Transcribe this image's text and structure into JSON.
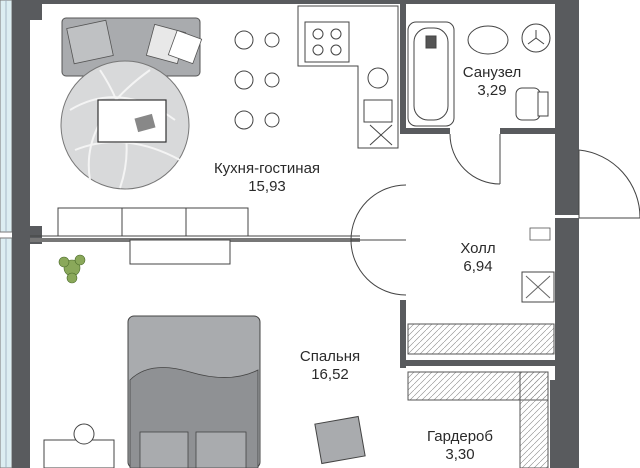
{
  "rooms": {
    "kitchen_living": {
      "name": "Кухня-гостиная",
      "area": "15,93"
    },
    "bathroom": {
      "name": "Санузел",
      "area": "3,29"
    },
    "hall": {
      "name": "Холл",
      "area": "6,94"
    },
    "bedroom": {
      "name": "Спальня",
      "area": "16,52"
    },
    "wardrobe": {
      "name": "Гардероб",
      "area": "3,30"
    }
  },
  "colors": {
    "wall": "#595b5e",
    "furniture": "#a9abae",
    "line": "#444444",
    "window": "#cfe6ec",
    "plant": "#8aa85a"
  }
}
